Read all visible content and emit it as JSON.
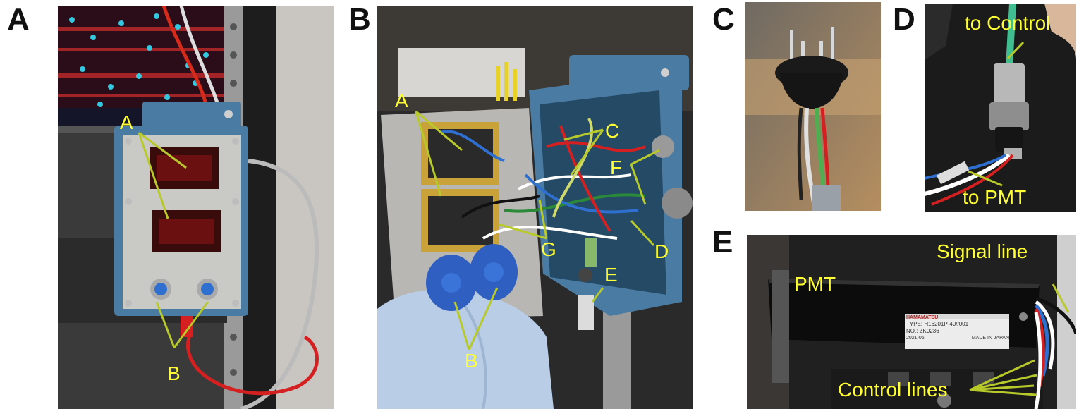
{
  "panels": {
    "a": {
      "letter": "A",
      "labels": {
        "a": "A",
        "b": "B"
      }
    },
    "b": {
      "letter": "B",
      "labels": {
        "a": "A",
        "b": "B",
        "c": "C",
        "d": "D",
        "e": "E",
        "f": "F",
        "g": "G"
      }
    },
    "c": {
      "letter": "C"
    },
    "d": {
      "letter": "D",
      "labels": {
        "to_control": "to Control",
        "to_pmt": "to PMT"
      }
    },
    "e": {
      "letter": "E",
      "labels": {
        "pmt": "PMT",
        "signal_line": "Signal line",
        "control_lines": "Control lines"
      },
      "device_label": {
        "brand": "HAMAMATSU",
        "type": "TYPE: H16201P-40//001",
        "no": "NO.: ZK0236",
        "date": "2021-06",
        "origin": "MADE IN JAPAN"
      }
    }
  },
  "colors": {
    "label_text": "#ffff33",
    "leader_line": "#b8c92a",
    "enclosure_blue": "#4a7ca3",
    "knob_blue": "#2f6fd0"
  }
}
